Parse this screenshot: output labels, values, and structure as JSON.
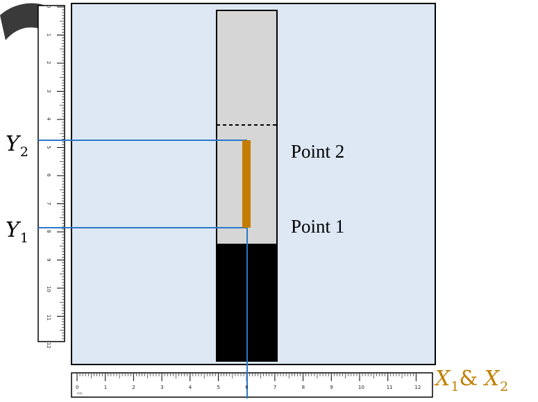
{
  "diagram": {
    "labels": {
      "point2": "Point 2",
      "point1": "Point 1",
      "y2": {
        "sym": "Y",
        "sub": "2"
      },
      "y1": {
        "sym": "Y",
        "sub": "1"
      },
      "x": {
        "sym1": "X",
        "sub1": "1",
        "amp": "&",
        "sym2": "X",
        "sub2": "2"
      }
    },
    "rulers": {
      "vertical": {
        "ticks": [
          "0",
          "1",
          "2",
          "3",
          "4",
          "5",
          "6",
          "7",
          "8",
          "9",
          "10",
          "11",
          "12"
        ]
      },
      "horizontal": {
        "ticks": [
          "0",
          "1",
          "2",
          "3",
          "4",
          "5",
          "6",
          "7",
          "8",
          "9",
          "10",
          "11",
          "12"
        ],
        "unit": "mm"
      }
    },
    "colors": {
      "background": "#dde8f4",
      "tube_fill": "#d6d6d6",
      "liquid_fill": "#000000",
      "guide_lines": "#2a78c8",
      "bar": "#c47d00",
      "label_accent": "#c08000",
      "hook": "#3a3a3a"
    },
    "icons": [
      "hook-icon"
    ]
  }
}
